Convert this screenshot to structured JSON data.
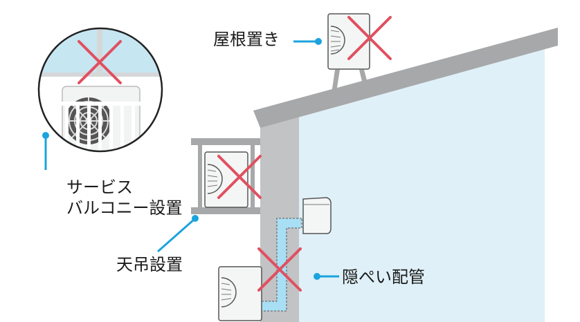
{
  "labels": {
    "roof": "屋根置き",
    "balcony_line1": "サービス",
    "balcony_line2": "バルコニー設置",
    "ceiling": "天吊設置",
    "hidden_pipe": "隠ぺい配管"
  },
  "colors": {
    "wall_light": "#dff0f8",
    "wall_gray": "#c2c3c5",
    "roof_gray": "#a7a8aa",
    "cross_red": "#e05060",
    "accent_blue": "#1aa3dd",
    "unit_fill": "#f4f5f5",
    "unit_stroke": "#555555",
    "pipe_blue": "#a8dff5"
  },
  "icons": [
    "cross-mark-icon",
    "fan-icon",
    "leader-dot-icon"
  ]
}
